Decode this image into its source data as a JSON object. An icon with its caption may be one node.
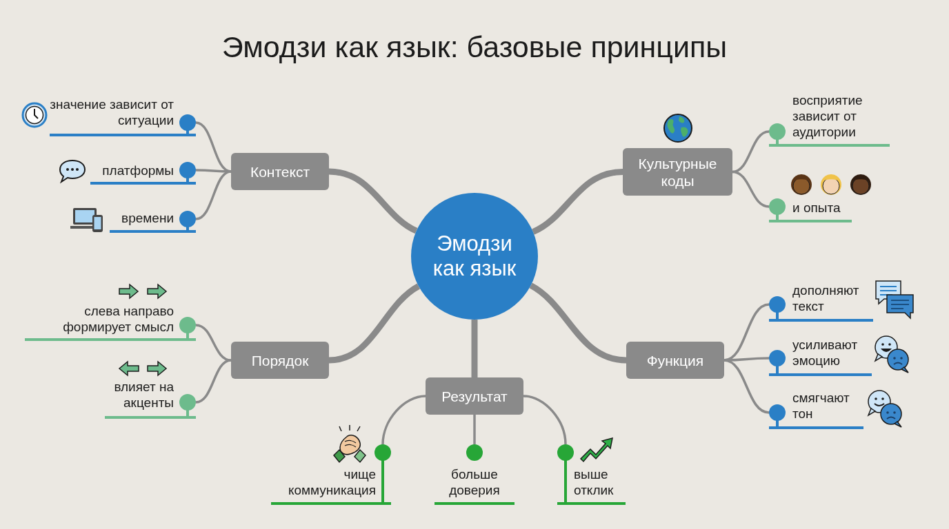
{
  "diagram": {
    "title": "Эмодзи как язык: базовые принципы",
    "nodes": [
      {
        "text": [
          "Эмодзи как язык"
        ]
      },
      {
        "text": [
          "Контекст"
        ]
      },
      {
        "text": [
          "Культурные коды"
        ]
      },
      {
        "text": [
          "Порядок"
        ]
      },
      {
        "text": [
          "Функция"
        ]
      },
      {
        "text": [
          "Результат"
        ]
      },
      {
        "text": [
          "значение зависит от ситуации"
        ]
      },
      {
        "text": [
          "платформы"
        ]
      },
      {
        "text": [
          "времени"
        ]
      },
      {
        "text": [
          "восприятие зависит от аудитории"
        ]
      },
      {
        "text": [
          "и опыта"
        ]
      },
      {
        "text": [
          "слева направо формирует смысл"
        ]
      },
      {
        "text": [
          "влияет на акценты"
        ]
      },
      {
        "text": [
          "дополняют текст"
        ]
      },
      {
        "text": [
          "усиливают эмоцию"
        ]
      },
      {
        "text": [
          "смягчают тон"
        ]
      },
      {
        "text": [
          "чище коммуникация"
        ]
      },
      {
        "text": [
          "больше доверия"
        ]
      },
      {
        "text": [
          "выше отклик"
        ]
      }
    ],
    "edges": [
      {
        "from": 0,
        "to": 1,
        "arrow": "none",
        "style": "thick"
      },
      {
        "from": 0,
        "to": 2,
        "arrow": "none",
        "style": "thick"
      },
      {
        "from": 0,
        "to": 3,
        "arrow": "none",
        "style": "thick"
      },
      {
        "from": 0,
        "to": 4,
        "arrow": "none",
        "style": "thick"
      },
      {
        "from": 0,
        "to": 5,
        "arrow": "none",
        "style": "thick"
      },
      {
        "from": 1,
        "to": 6,
        "arrow": "none"
      },
      {
        "from": 1,
        "to": 7,
        "arrow": "none"
      },
      {
        "from": 1,
        "to": 8,
        "arrow": "none"
      },
      {
        "from": 2,
        "to": 9,
        "arrow": "none"
      },
      {
        "from": 2,
        "to": 10,
        "arrow": "none"
      },
      {
        "from": 3,
        "to": 11,
        "arrow": "none"
      },
      {
        "from": 3,
        "to": 12,
        "arrow": "none"
      },
      {
        "from": 4,
        "to": 13,
        "arrow": "none"
      },
      {
        "from": 4,
        "to": 14,
        "arrow": "none"
      },
      {
        "from": 4,
        "to": 15,
        "arrow": "none"
      },
      {
        "from": 5,
        "to": 16,
        "arrow": "none"
      },
      {
        "from": 5,
        "to": 17,
        "arrow": "none"
      },
      {
        "from": 5,
        "to": 18,
        "arrow": "none"
      }
    ]
  }
}
